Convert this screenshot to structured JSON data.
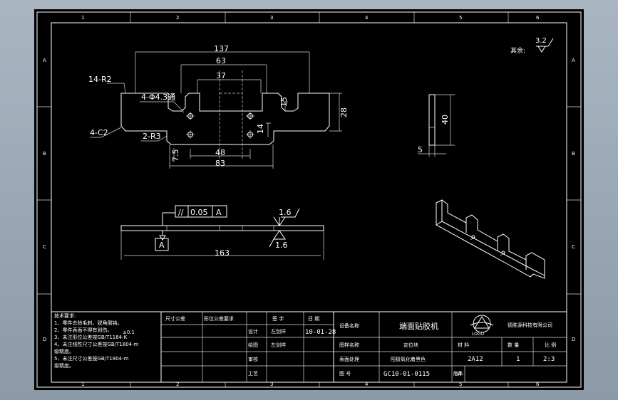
{
  "border": {
    "zones_top": [
      "1",
      "2",
      "3",
      "4",
      "5",
      "6"
    ],
    "zones_side": [
      "A",
      "B",
      "C",
      "D"
    ]
  },
  "roughness": {
    "label": "其余:",
    "value": "3.2"
  },
  "front_view": {
    "dims": {
      "overall_width": "137",
      "middle_width": "63",
      "slot_width": "37",
      "hole_spacing": "48",
      "bottom_width": "83",
      "slot_depth": "15",
      "height": "28",
      "step": "14",
      "edge": "7.5"
    },
    "labels": {
      "corner_radius": "14-R2",
      "holes": "4-Φ4.3通",
      "chamfer": "4-C2",
      "fillet": "2-R3"
    }
  },
  "side_view": {
    "height": "40",
    "thickness": "5"
  },
  "bottom_view": {
    "tolerance_symbol": "//",
    "tolerance_value": "0.05",
    "datum": "A",
    "length": "163",
    "roughness_top": "1.6",
    "roughness_bottom": "1.6"
  },
  "title_block": {
    "notes_title": "技术要求:",
    "notes": [
      "1、零件去除毛刺、锐角倒钝。",
      "2、零件表面不得有划伤。",
      "3、未注形位公差按GB/T1184-K",
      "4、未注线性尺寸公差按GB/T1804-m",
      "   级精度。",
      "5、未注尺寸公差按GB/T1804-m",
      "   级精度。"
    ],
    "tolerance_note": "±0.1",
    "std_size_label": "尺寸公差",
    "std_shape_label": "形位公差要求",
    "sign_label": "签  字",
    "date_label": "日  期",
    "design_label": "设计",
    "designer": "左剑祥",
    "design_date": "10-01-28",
    "drawing_label": "绘图",
    "drawer": "左剑祥",
    "review_label": "审核",
    "process_label": "工艺",
    "device_label": "设备名称",
    "device_name": "端面贴胶机",
    "part_name_label": "图样名称",
    "part_name": "定位块",
    "surface_label": "表面处理",
    "surface_value": "阳极氧化着黑色",
    "drawing_no_label": "图  号",
    "drawing_no": "GC10-01-0115",
    "version_label": "版本",
    "version": "A",
    "company": "德胜源科技有限公司",
    "logo_text": "LOGO",
    "material_label": "材  料",
    "material": "2A12",
    "qty_label": "数  量",
    "qty": "1",
    "scale_label": "比  例",
    "scale": "2:3"
  }
}
